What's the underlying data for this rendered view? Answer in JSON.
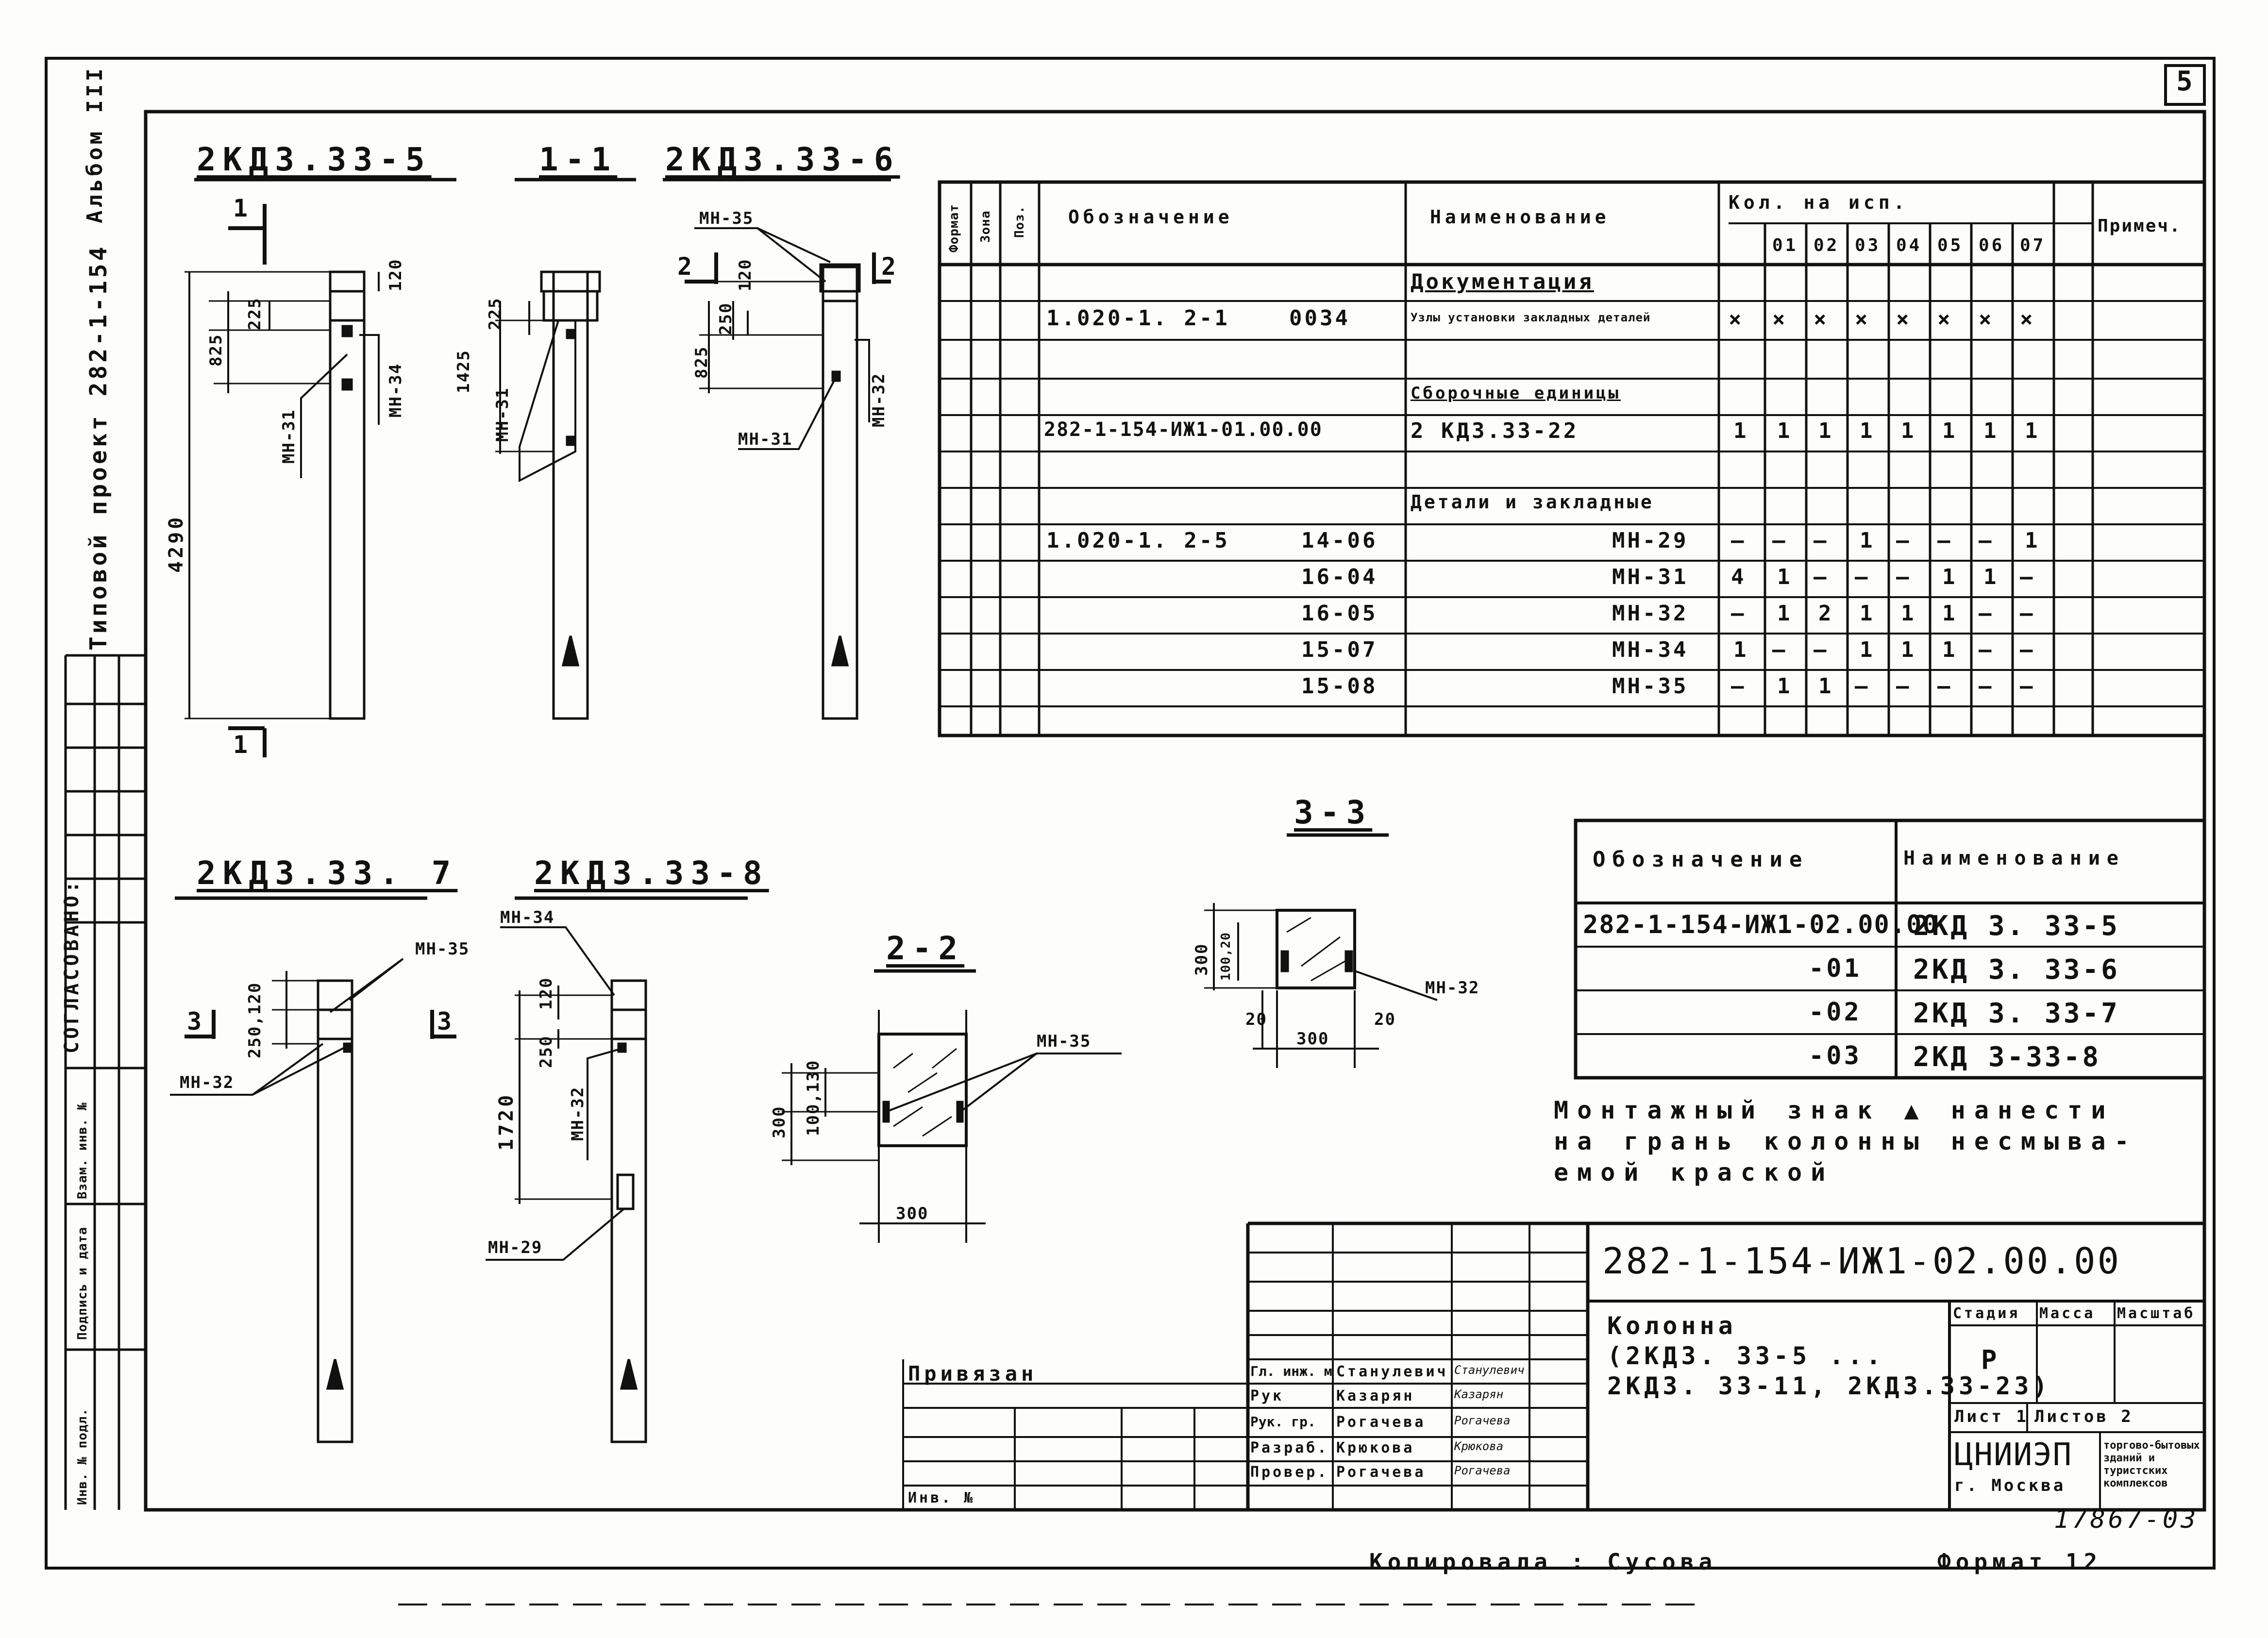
{
  "sheet": {
    "page_number": "5",
    "album_text": "Альбом III",
    "project_text": "Типовой проект 282-1-154",
    "agreed_text": "СОГЛАСОВАНО:",
    "side_stamp": [
      "Инв. № подл.",
      "Подпись и дата",
      "Взам. инв. №"
    ],
    "copied_by": "Копировала : Сусова",
    "format": "Формат 12",
    "archive_number": "17867-03"
  },
  "views": {
    "v1": {
      "title": "2КД3.33-5",
      "dim_total": "4290",
      "dim_825": "825",
      "dim_225": "225",
      "dim_120": "120",
      "mark_mn31": "МН-31",
      "mark_mn34": "МН-34",
      "sec_mark": "1"
    },
    "v2": {
      "title": "1-1",
      "dim_1425": "1425",
      "dim_225": "225",
      "mark_mn31": "МН-31"
    },
    "v3": {
      "title": "2КД3.33-6",
      "dim_825": "825",
      "dim_250": "250",
      "dim_120": "120",
      "mark_mn35": "МН-35",
      "mark_mn31": "МН-31",
      "mark_mn32": "МН-32",
      "sec_mark": "2"
    },
    "v4": {
      "title": "2КД3.33. 7",
      "dim_250_120": "250,120",
      "mark_mn35": "МН-35",
      "mark_mn32": "МН-32",
      "sec_mark": "3"
    },
    "v5": {
      "title": "2КД3.33-8",
      "dim_1720": "1720",
      "dim_250": "250",
      "dim_120": "120",
      "mark_mn34": "МН-34",
      "mark_mn32": "МН-32",
      "mark_mn29": "МН-29"
    },
    "s22": {
      "title": "2-2",
      "dim_300v": "300",
      "dim_100_130": "100,130",
      "dim_300h": "300",
      "mark_mn35": "МН-35"
    },
    "s33": {
      "title": "3-3",
      "dim_300v": "300",
      "dim_100_20": "100,20",
      "dim_20a": "20",
      "dim_300h": "300",
      "dim_20b": "20",
      "mark_mn32": "МН-32"
    }
  },
  "spec": {
    "col_format": "Формат",
    "col_zone": "Зона",
    "col_pos": "Поз.",
    "col_designation": "Обозначение",
    "col_name": "Наименование",
    "col_qty": "Кол. на исп.",
    "col_note": "Примеч.",
    "variants": [
      "01",
      "02",
      "03",
      "04",
      "05",
      "06",
      "07"
    ],
    "sec_doc": "Документация",
    "row1_code": "1.020-1. 2-1",
    "row1_num": "0034",
    "row1_name": "Узлы установки закладных деталей",
    "row1_qty": [
      "×",
      "×",
      "×",
      "×",
      "×",
      "×",
      "×",
      "×"
    ],
    "sec_units": "Сборочные единицы",
    "row2_code": "282-1-154-ИЖ1-01.00.00",
    "row2_name": "2 КД3.33-22",
    "row2_qty": [
      "1",
      "1",
      "1",
      "1",
      "1",
      "1",
      "1",
      "1"
    ],
    "sec_parts": "Детали и закладные",
    "parts_code": "1.020-1. 2-5",
    "parts": [
      {
        "num": "14-06",
        "name": "МН-29",
        "qty": [
          "—",
          "—",
          "—",
          "1",
          "—",
          "—",
          "—",
          "1"
        ]
      },
      {
        "num": "16-04",
        "name": "МН-31",
        "qty": [
          "4",
          "1",
          "—",
          "—",
          "—",
          "1",
          "1",
          "—"
        ]
      },
      {
        "num": "16-05",
        "name": "МН-32",
        "qty": [
          "—",
          "1",
          "2",
          "1",
          "1",
          "1",
          "—",
          "—"
        ]
      },
      {
        "num": "15-07",
        "name": "МН-34",
        "qty": [
          "1",
          "—",
          "—",
          "1",
          "1",
          "1",
          "—",
          "—"
        ]
      },
      {
        "num": "15-08",
        "name": "МН-35",
        "qty": [
          "—",
          "1",
          "1",
          "—",
          "—",
          "—",
          "—",
          "—"
        ]
      }
    ]
  },
  "variants_table": {
    "col_designation": "Обозначение",
    "col_name": "Наименование",
    "rows": [
      {
        "code": "282-1-154-ИЖ1-02.00.00",
        "name": "2КД 3. 33-5"
      },
      {
        "code": "-01",
        "name": "2КД 3. 33-6"
      },
      {
        "code": "-02",
        "name": "2КД 3. 33-7"
      },
      {
        "code": "-03",
        "name": "2КД 3-33-8"
      }
    ]
  },
  "note": "Монтажный знак ▲ нанести\nна грань колонны несмыва-\nемой краской",
  "title_block": {
    "doc_code": "282-1-154-ИЖ1-02.00.00",
    "title": "Колонна\n(2КД3. 33-5 ...\n2КД3. 33-11, 2КД3.33-23)",
    "stage_h": "Стадия",
    "mass_h": "Масса",
    "scale_h": "Масштаб",
    "stage": "Р",
    "sheet": "Лист 1",
    "sheets": "Листов 2",
    "org": "ЦНИИЭП",
    "city": "г. Москва",
    "org_desc": "торгово-бытовых зданий и туристских комплексов",
    "bound": "Привязан",
    "inv": "Инв. №",
    "roles": [
      "Гл. инж. м",
      "Рук",
      "Рук. гр.",
      "Разраб.",
      "Провер."
    ],
    "names": [
      "Станулевич",
      "Казарян",
      "Рогачева",
      "Крюкова",
      "Рогачева"
    ],
    "signatures": [
      "Станулевич",
      "Казарян",
      "Рогачева",
      "Крюкова",
      "Рогачева"
    ]
  }
}
